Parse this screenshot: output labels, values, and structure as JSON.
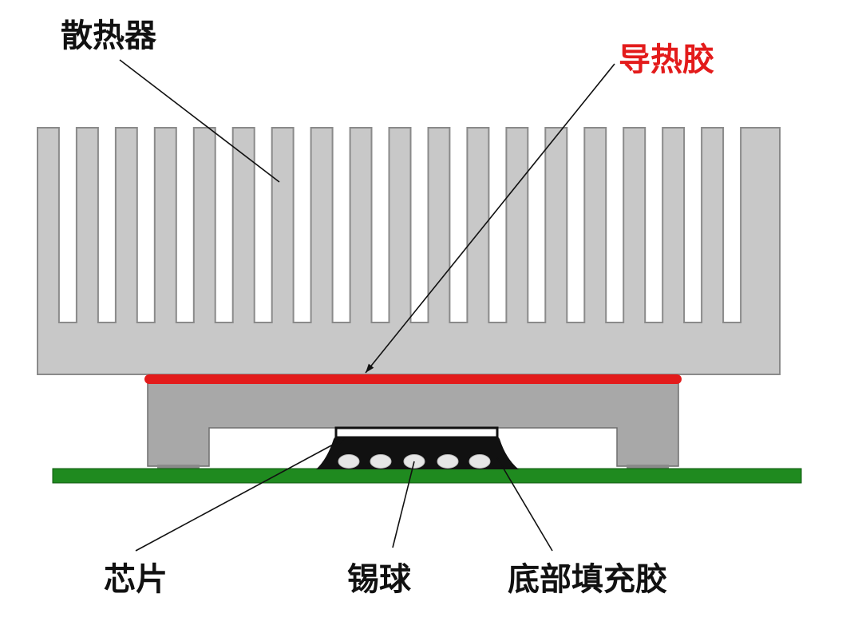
{
  "labels": {
    "heatsink": "散热器",
    "thermal_paste": "导热胶",
    "chip": "芯片",
    "solder_balls": "锡球",
    "underfill": "底部填充胶"
  },
  "colors": {
    "background": "#ffffff",
    "heatsink_fill": "#c8c8c8",
    "heatsink_stroke": "#8a8a8a",
    "lid_fill": "#a8a8a8",
    "lid_stroke": "#6e6e6e",
    "thermal_paste": "#e31b1b",
    "pcb": "#1f8a1f",
    "pcb_stroke": "#0f5a0f",
    "underfill": "#111111",
    "solder_ball": "#e6e6e6",
    "leader_line": "#111111",
    "label_text": "#111111",
    "thermal_label_text": "#e31b1b"
  }
}
